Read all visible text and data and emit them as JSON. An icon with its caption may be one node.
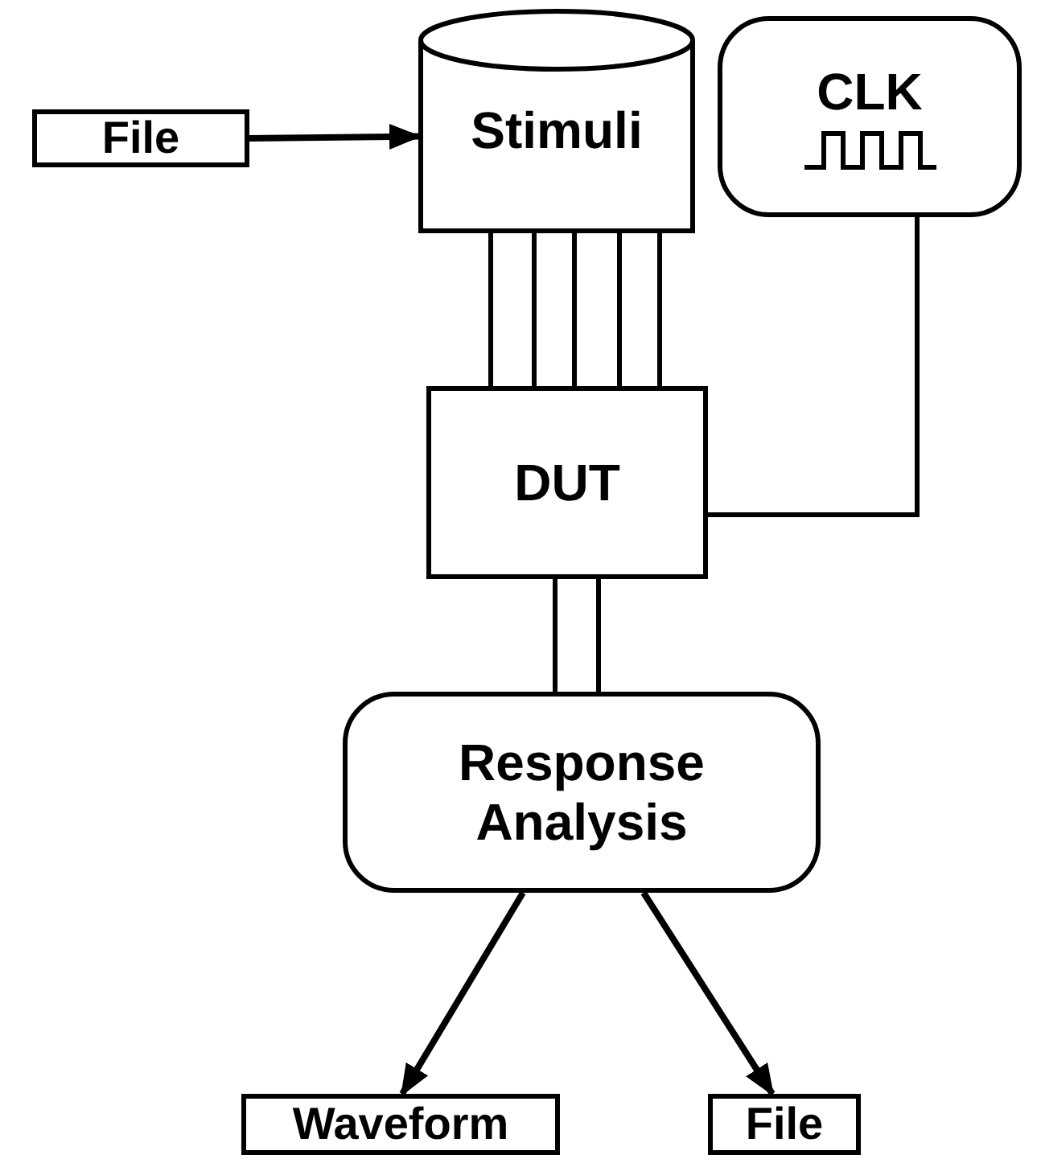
{
  "diagram": {
    "nodes": [
      {
        "text": [
          "File"
        ]
      },
      {
        "text": [
          "Stimuli"
        ]
      },
      {
        "text": [
          "CLK"
        ]
      },
      {
        "text": [
          "DUT"
        ]
      },
      {
        "text": [
          "Response Analysis"
        ]
      },
      {
        "text": [
          "Waveform"
        ]
      },
      {
        "text": [
          "File"
        ]
      }
    ],
    "edges": [
      {
        "from": 0,
        "to": 1,
        "arrow": "to"
      },
      {
        "from": 1,
        "to": 3,
        "arrow": "none"
      },
      {
        "from": 1,
        "to": 3,
        "arrow": "none"
      },
      {
        "from": 1,
        "to": 3,
        "arrow": "none"
      },
      {
        "from": 1,
        "to": 3,
        "arrow": "none"
      },
      {
        "from": 1,
        "to": 3,
        "arrow": "none"
      },
      {
        "from": 2,
        "to": 3,
        "arrow": "none"
      },
      {
        "from": 3,
        "to": 4,
        "arrow": "none"
      },
      {
        "from": 3,
        "to": 4,
        "arrow": "none"
      },
      {
        "from": 4,
        "to": 5,
        "arrow": "to"
      },
      {
        "from": 4,
        "to": 6,
        "arrow": "to"
      }
    ]
  }
}
